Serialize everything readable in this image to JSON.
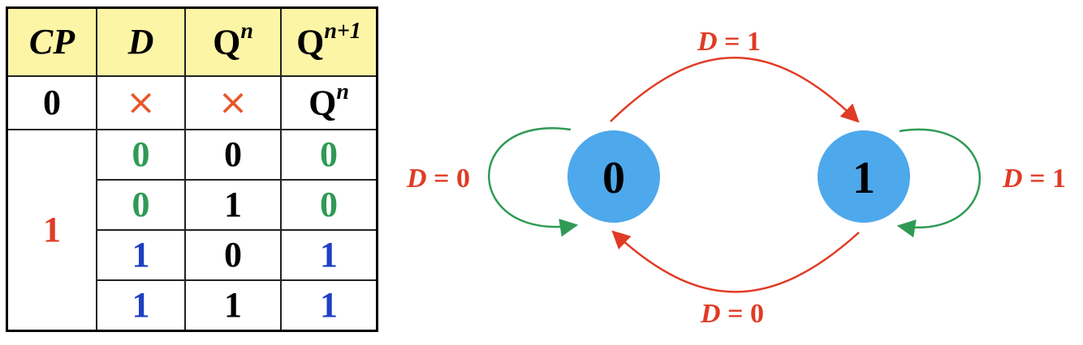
{
  "table": {
    "headers": {
      "cp": "CP",
      "d": "D",
      "qn_base": "Q",
      "qn_sup": "n",
      "qn1_base": "Q",
      "qn1_sup": "n+1"
    },
    "row0": {
      "cp": "0",
      "d": "×",
      "qn": "×",
      "qn1_base": "Q",
      "qn1_sup": "n"
    },
    "cp1_label": "1",
    "rows": [
      {
        "d": "0",
        "qn": "0",
        "qn1": "0"
      },
      {
        "d": "0",
        "qn": "1",
        "qn1": "0"
      },
      {
        "d": "1",
        "qn": "0",
        "qn1": "1"
      },
      {
        "d": "1",
        "qn": "1",
        "qn1": "1"
      }
    ]
  },
  "diagram": {
    "states": [
      "0",
      "1"
    ],
    "transitions": {
      "s0_to_s1": {
        "var": "D",
        "rest": " = 1"
      },
      "s1_to_s0": {
        "var": "D",
        "rest": " = 0"
      },
      "s0_self": {
        "var": "D",
        "rest": " = 0"
      },
      "s1_self": {
        "var": "D",
        "rest": " = 1"
      }
    }
  },
  "colors": {
    "header_bg": "#fdf5a6",
    "state_fill": "#4da8ec",
    "red": "#e03b24",
    "green": "#2f9a55",
    "blue": "#1e3fc4",
    "x_mark": "#e8572a"
  }
}
